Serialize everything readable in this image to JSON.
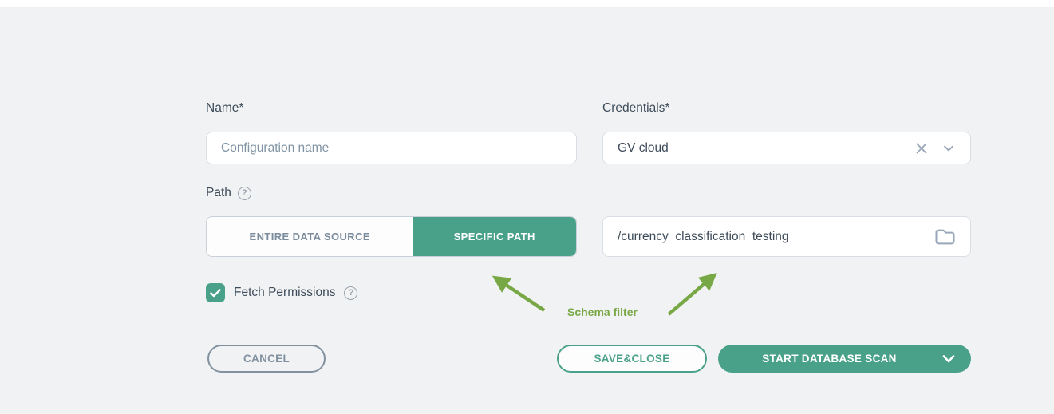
{
  "form": {
    "name_field": {
      "label": "Name*",
      "placeholder": "Configuration name"
    },
    "credentials_field": {
      "label": "Credentials*",
      "value": "GV cloud"
    },
    "path_field": {
      "label": "Path",
      "segment_entire": "ENTIRE DATA SOURCE",
      "segment_specific": "SPECIFIC PATH",
      "selected_segment": "SPECIFIC PATH",
      "path_value": "/currency_classification_testing"
    },
    "fetch_permissions": {
      "label": "Fetch Permissions",
      "checked": true
    }
  },
  "annotation": {
    "text": "Schema filter"
  },
  "buttons": {
    "cancel": "CANCEL",
    "save_close": "SAVE&CLOSE",
    "start_scan": "START DATABASE SCAN"
  },
  "icons": {
    "help_glyph": "?",
    "names": [
      "help-icon",
      "clear-icon",
      "chevron-down-icon",
      "folder-icon",
      "checkmark-icon",
      "annotation-arrow"
    ]
  },
  "colors": {
    "background": "#f1f2f4",
    "teal": "#4aa189",
    "annotation_green": "#78a845",
    "label_text": "#3d4b59",
    "muted_text": "#8093a4",
    "gray_button": "#8291a0"
  }
}
